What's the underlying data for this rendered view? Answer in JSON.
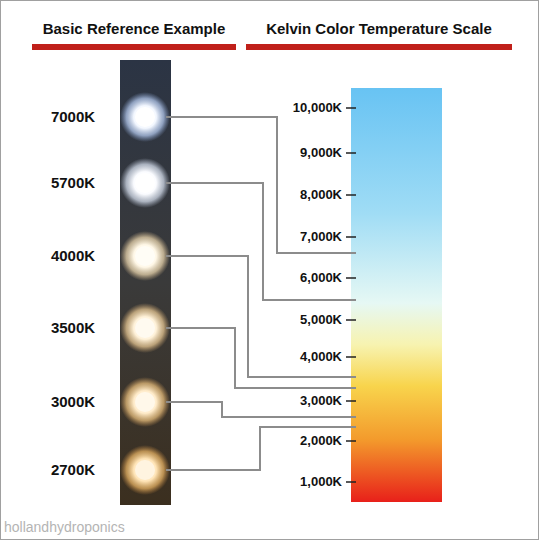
{
  "diagram": {
    "labels": [
      "Basic Reference Example",
      "Kelvin Color Temperature Scale",
      "7000K",
      "5700K",
      "4000K",
      "3500K",
      "3000K",
      "2700K",
      "10,000K",
      "9,000K",
      "8,000K",
      "7,000K",
      "6,000K",
      "5,000K",
      "4,000K",
      "3,000K",
      "2,000K",
      "1,000K",
      "hollandhydroponics"
    ]
  }
}
